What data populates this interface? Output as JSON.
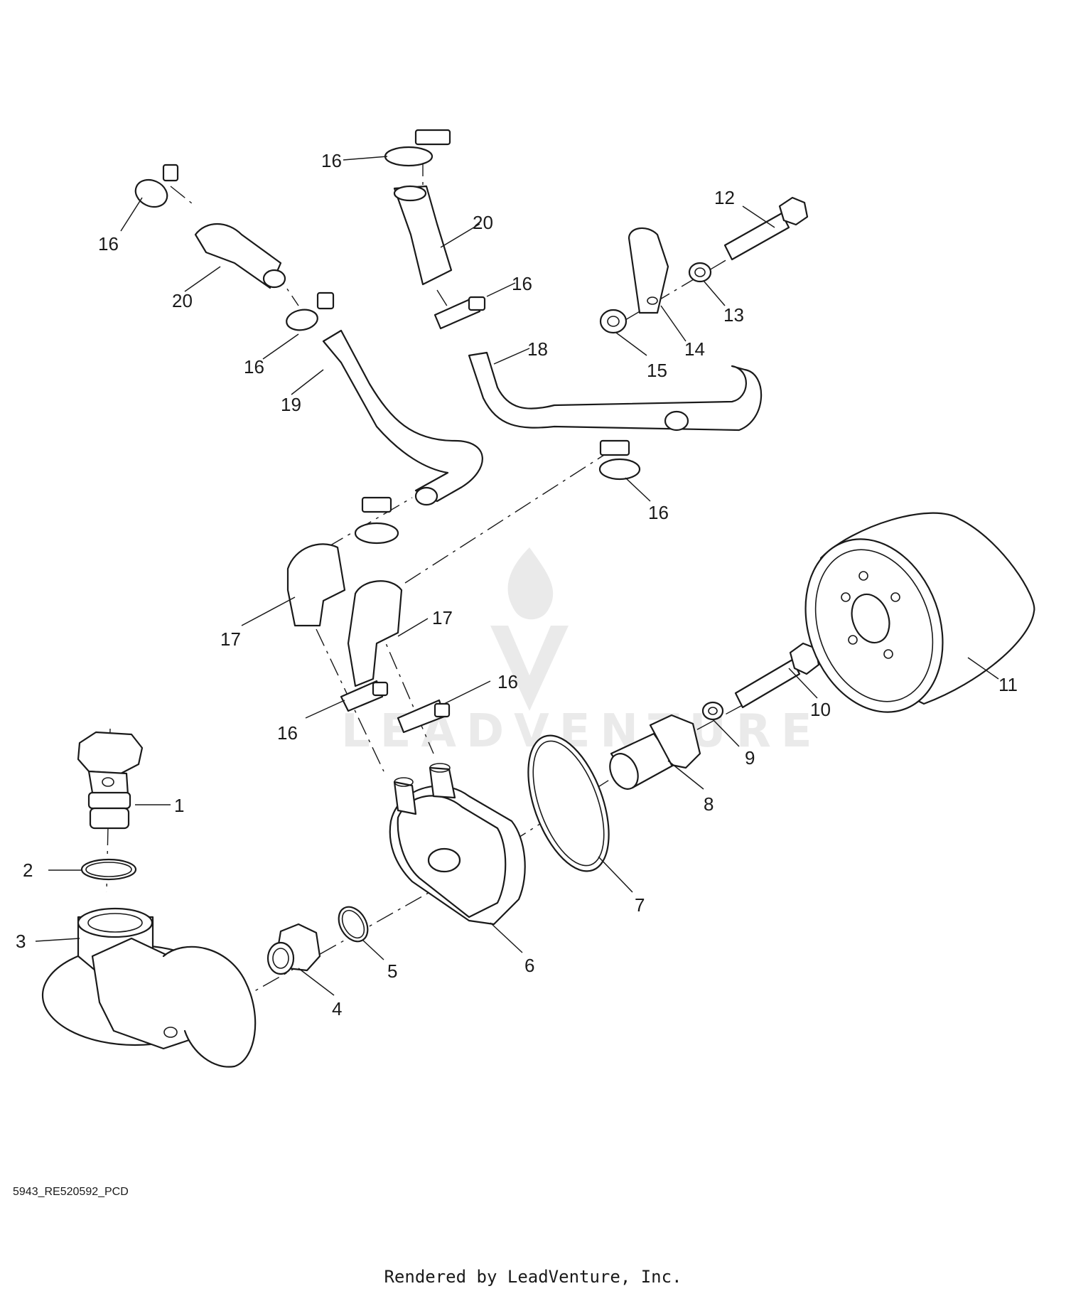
{
  "diagram": {
    "callouts": [
      "1",
      "2",
      "3",
      "4",
      "5",
      "6",
      "7",
      "8",
      "9",
      "10",
      "11",
      "12",
      "13",
      "14",
      "15",
      "16",
      "17",
      "18",
      "19",
      "20"
    ],
    "watermark": "LEADVENTURE"
  },
  "footer": {
    "diagram_code": "5943_RE520592_PCD",
    "render_credit": "Rendered by LeadVenture, Inc."
  }
}
